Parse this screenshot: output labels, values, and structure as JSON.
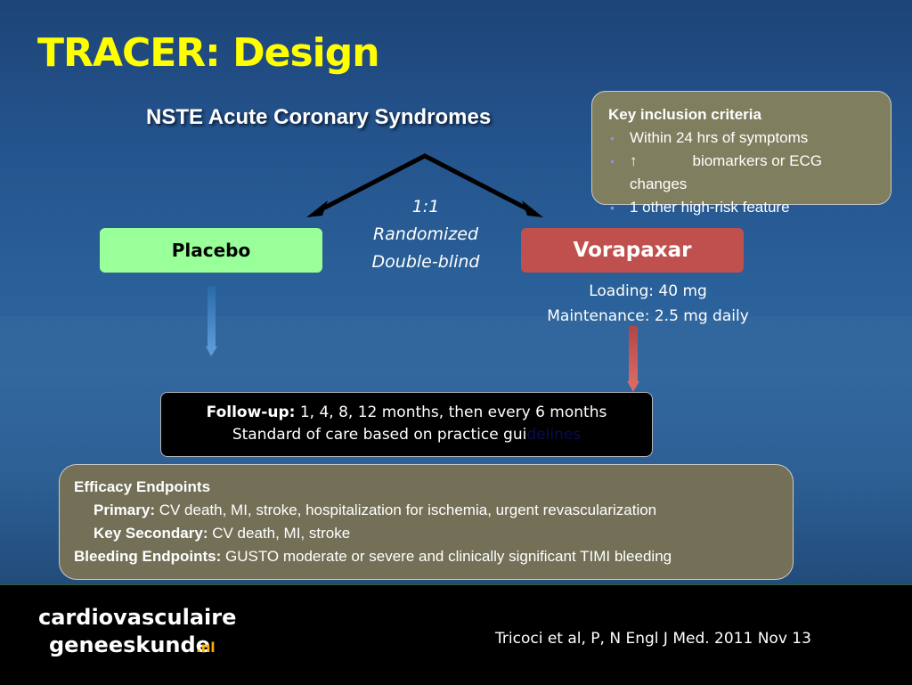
{
  "slide": {
    "title": "TRACER: Design",
    "population": "NSTE Acute Coronary Syndromes",
    "randomization": [
      "1:1",
      "Randomized",
      "Double-blind"
    ]
  },
  "arms": {
    "placebo": "Placebo",
    "vorapaxar": "Vorapaxar",
    "vorapaxar_dosing": [
      "Loading: 40 mg",
      "Maintenance: 2.5 mg daily"
    ]
  },
  "inclusion": {
    "heading": "Key inclusion criteria",
    "items": [
      "Within 24 hrs of symptoms",
      "biomarkers or ECG changes",
      "1 other high-risk feature"
    ],
    "up_arrow": "↑"
  },
  "followup": {
    "label": "Follow-up:",
    "schedule": " 1, 4, 8, 12 months, then every 6 months",
    "care_visible": "Standard of care based on practice gui",
    "care_faded": "delines"
  },
  "endpoints": {
    "efficacy_heading": "Efficacy Endpoints",
    "primary_label": "Primary:",
    "primary_text": " CV death, MI, stroke, hospitalization for ischemia, urgent revascularization",
    "secondary_label": "Key Secondary:",
    "secondary_text": " CV death, MI, stroke",
    "bleeding_label": "Bleeding Endpoints:",
    "bleeding_text": " GUSTO moderate or severe and clinically significant TIMI bleeding"
  },
  "footer": {
    "logo_line1": "cardiovasculaire",
    "logo_line2": "geneeskunde",
    "logo_suffix": ".nl",
    "citation": "Tricoci et al, P, N Engl J Med. 2011 Nov 13"
  },
  "colors": {
    "title": "#ffff00",
    "placebo": "#99ff99",
    "vorapaxar": "#c0504d",
    "placebo_arrow": "#3f82c4",
    "vorapaxar_arrow": "#c0504d"
  }
}
